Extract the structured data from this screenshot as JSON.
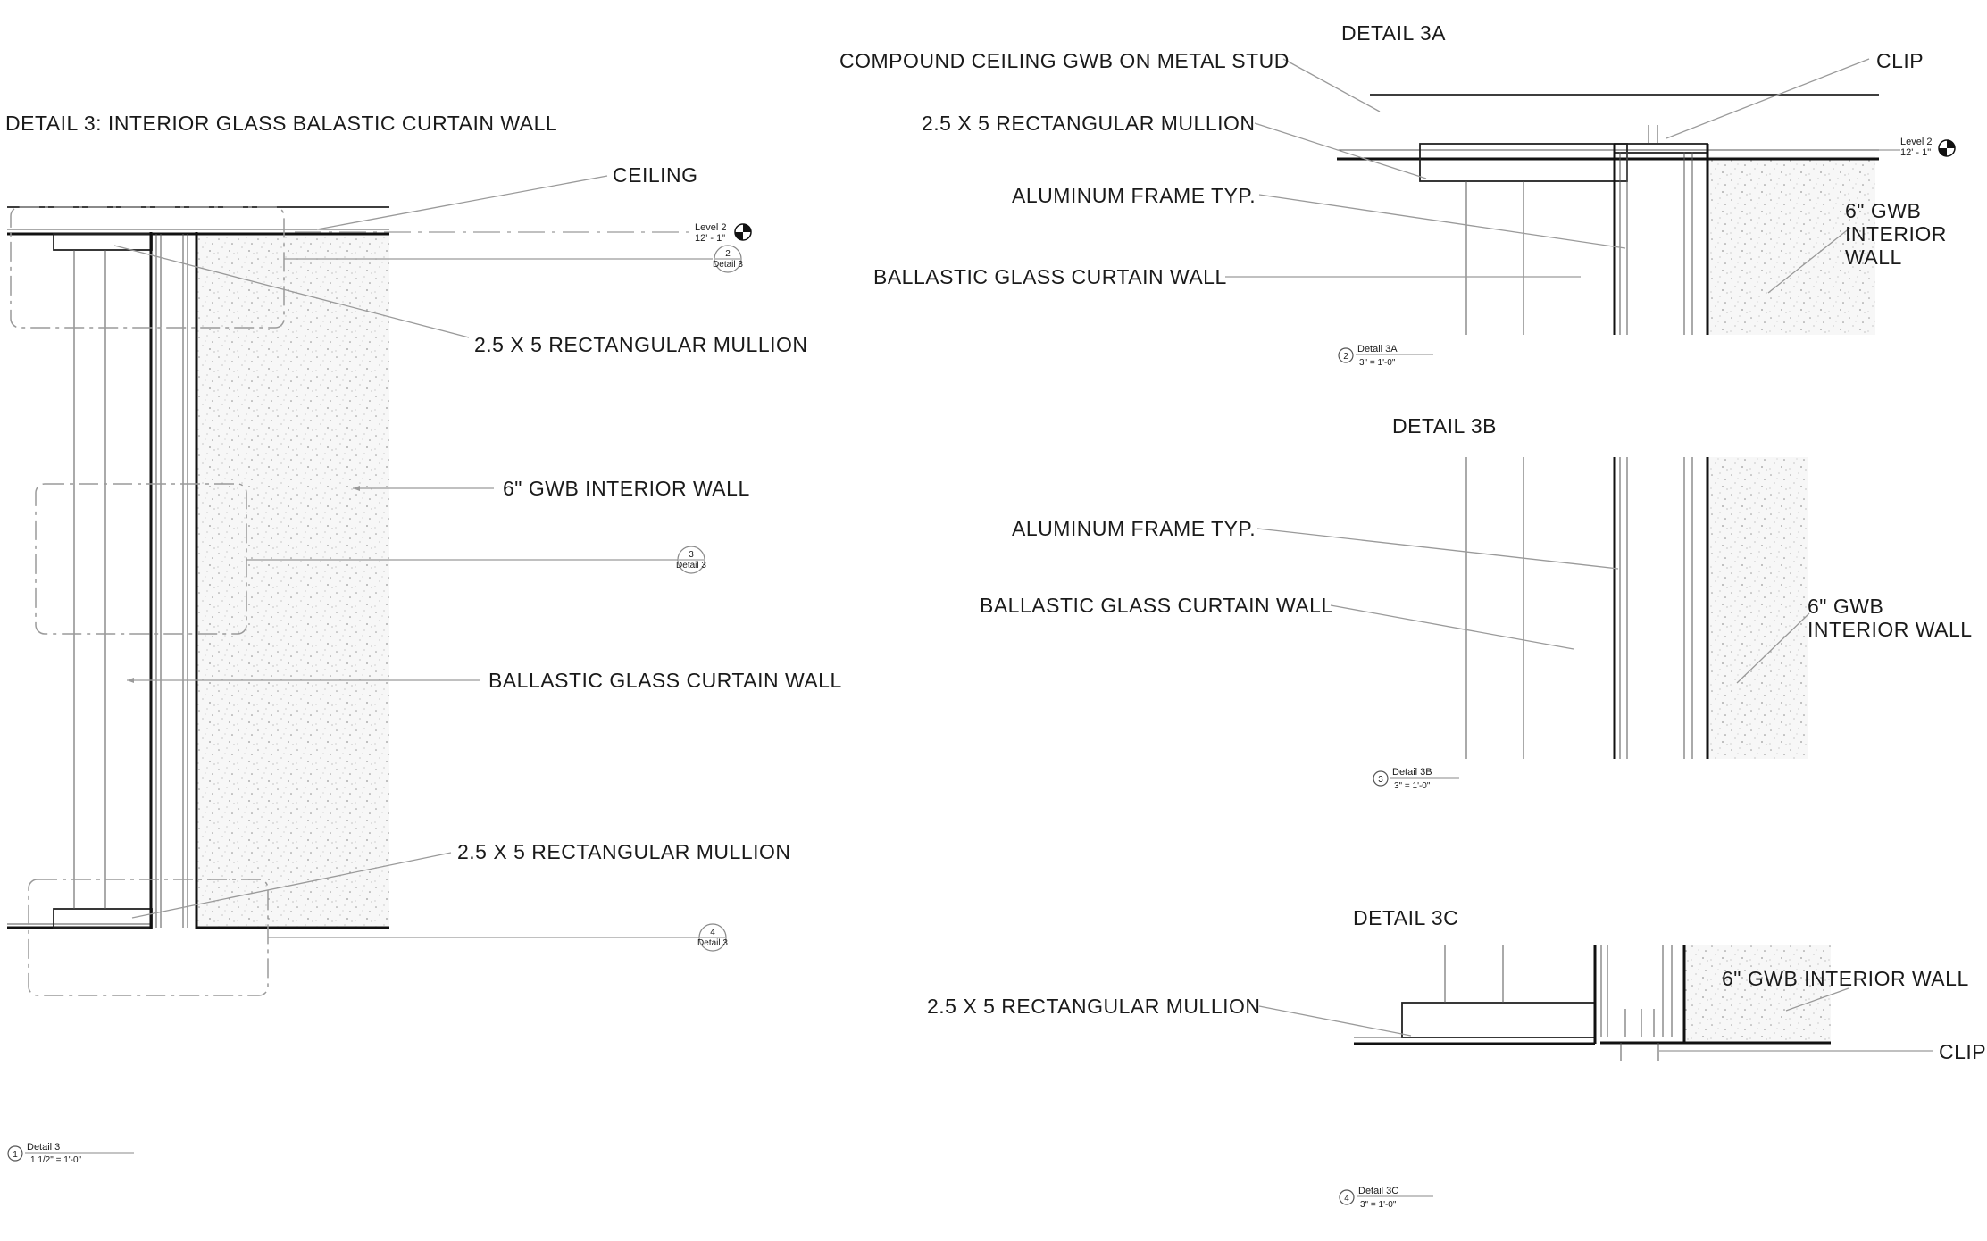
{
  "detail3": {
    "title": "DETAIL 3: INTERIOR GLASS BALASTIC CURTAIN WALL",
    "notes": {
      "ceiling": "CEILING",
      "mullion_top": "2.5 X 5 RECTANGULAR MULLION",
      "gwb": "6\" GWB INTERIOR WALL",
      "glass": "BALLASTIC GLASS CURTAIN WALL",
      "mullion_bottom": "2.5 X 5 RECTANGULAR MULLION"
    },
    "level": {
      "name": "Level 2",
      "elevation": "12' - 1\""
    },
    "callouts": [
      {
        "num": "2",
        "ref": "Detail 3"
      },
      {
        "num": "3",
        "ref": "Detail 3"
      },
      {
        "num": "4",
        "ref": "Detail 3"
      }
    ],
    "view_tag": {
      "num": "1",
      "name": "Detail 3",
      "scale": "1 1/2\" = 1'-0\""
    }
  },
  "detail3a": {
    "title": "DETAIL 3A",
    "notes": {
      "ceiling": "COMPOUND CEILING GWB ON METAL STUD",
      "clip": "CLIP",
      "mullion": "2.5 X 5 RECTANGULAR MULLION",
      "frame": "ALUMINUM FRAME TYP.",
      "glass": "BALLASTIC GLASS CURTAIN WALL",
      "gwb_line1": "6\" GWB",
      "gwb_line2": "INTERIOR",
      "gwb_line3": "WALL"
    },
    "level": {
      "name": "Level 2",
      "elevation": "12' - 1\""
    },
    "view_tag": {
      "num": "2",
      "name": "Detail 3A",
      "scale": "3\" = 1'-0\""
    }
  },
  "detail3b": {
    "title": "DETAIL 3B",
    "notes": {
      "frame": "ALUMINUM FRAME TYP.",
      "glass": "BALLASTIC GLASS CURTAIN WALL",
      "gwb_line1": "6\" GWB",
      "gwb_line2": "INTERIOR WALL"
    },
    "view_tag": {
      "num": "3",
      "name": "Detail 3B",
      "scale": "3\" = 1'-0\""
    }
  },
  "detail3c": {
    "title": "DETAIL 3C",
    "notes": {
      "mullion": "2.5 X 5 RECTANGULAR MULLION",
      "gwb": "6\" GWB INTERIOR WALL",
      "clip": "CLIP"
    },
    "view_tag": {
      "num": "4",
      "name": "Detail 3C",
      "scale": "3\" = 1'-0\""
    }
  }
}
